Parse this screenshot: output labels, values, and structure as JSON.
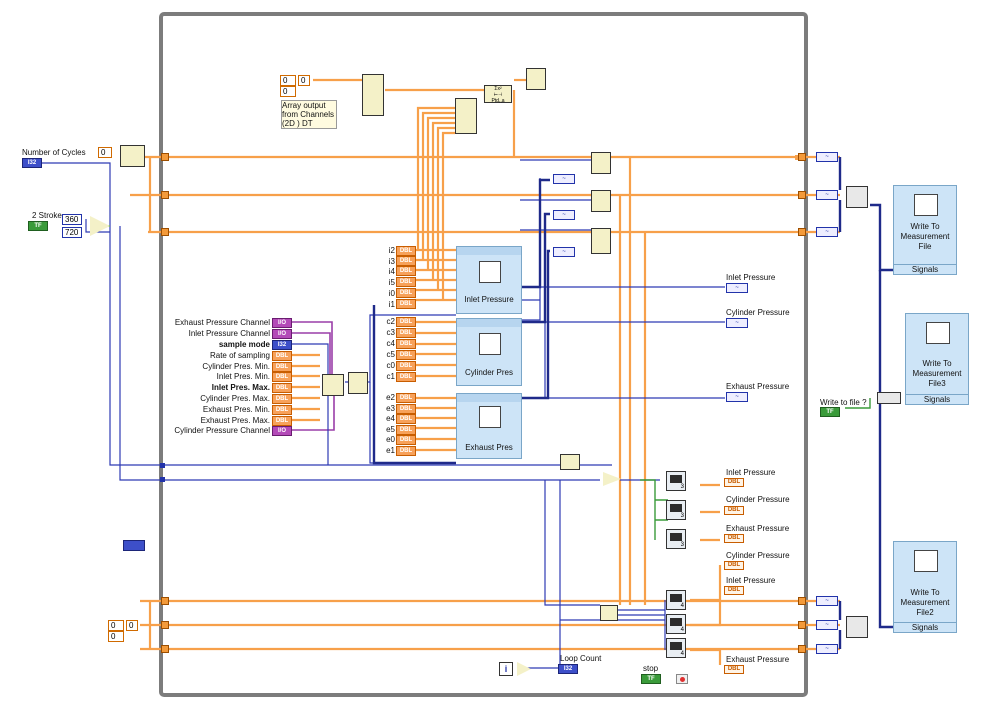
{
  "constants": {
    "number_of_cycles": "0",
    "stroke_values": [
      "360",
      "720"
    ],
    "array_top": [
      "0",
      "0"
    ],
    "array_top_index": "0",
    "array_bottom": [
      "0",
      "0"
    ],
    "array_bottom_index": "0"
  },
  "labels": {
    "number_of_cycles": "Number of Cycles",
    "two_stroke": "2 Stroke",
    "array_comment": "Array output\nfrom Channels\n(2D ) DT",
    "loop_count": "Loop Count",
    "stop": "stop",
    "write_to_file": "Write to file ?"
  },
  "terminal_types": {
    "i32": "I32",
    "dbl": "DBL",
    "tf": "TF",
    "io": "I/O"
  },
  "inlet_channels": [
    "i2",
    "i3",
    "i4",
    "i5",
    "i0",
    "i1"
  ],
  "cylinder_channels": [
    "c2",
    "c3",
    "c4",
    "c5",
    "c0",
    "c1"
  ],
  "exhaust_channels": [
    "e2",
    "e3",
    "e4",
    "e5",
    "e0",
    "e1"
  ],
  "expresss_vis": {
    "inlet": "Inlet Pressure",
    "cylinder": "Cylinder Pres",
    "exhaust": "Exhaust Pres"
  },
  "config_inputs": [
    {
      "label": "Exhaust Pressure Channel",
      "type": "I/O",
      "bold": false
    },
    {
      "label": "Inlet Pressure Channel",
      "type": "I/O",
      "bold": false
    },
    {
      "label": "sample mode",
      "type": "I32",
      "bold": true
    },
    {
      "label": "Rate of sampling",
      "type": "DBL",
      "bold": false
    },
    {
      "label": "Cylinder Pres. Min.",
      "type": "DBL",
      "bold": false
    },
    {
      "label": "Inlet  Pres. Min.",
      "type": "DBL",
      "bold": false
    },
    {
      "label": "Inlet Pres. Max.",
      "type": "DBL",
      "bold": true
    },
    {
      "label": "Cylinder Pres. Max.",
      "type": "DBL",
      "bold": false
    },
    {
      "label": "Exhaust Pres. Min.",
      "type": "DBL",
      "bold": false
    },
    {
      "label": "Exhaust Pres. Max.",
      "type": "DBL",
      "bold": false
    },
    {
      "label": "Cylinder Pressure Channel",
      "type": "I/O",
      "bold": false
    }
  ],
  "waveform_outputs": [
    {
      "label": "Inlet Pressure"
    },
    {
      "label": "Cylinder Pressure"
    },
    {
      "label": "Exhaust Pressure"
    }
  ],
  "dbl_indicators_mid": [
    {
      "label": "Inlet Pressure"
    },
    {
      "label": "Cylinder Pressure"
    },
    {
      "label": "Exhaust Pressure"
    }
  ],
  "dbl_indicators_bottom": [
    {
      "label": "Cylinder Pressure"
    },
    {
      "label": "Inlet Pressure"
    },
    {
      "label": "Exhaust Pressure"
    }
  ],
  "write_blocks": [
    {
      "title": "Write To\nMeasurement\nFile",
      "footer": "Signals"
    },
    {
      "title": "Write To\nMeasurement\nFile3",
      "footer": "Signals"
    },
    {
      "title": "Write To\nMeasurement\nFile2",
      "footer": "Signals"
    }
  ],
  "mini_numbers": {
    "mid": [
      "3",
      "3",
      "3"
    ],
    "bottom": [
      "4",
      "4",
      "4"
    ]
  },
  "formula_node": "Σx²\n⊢⊣\nPtd,,a",
  "iteration": "i",
  "colors": {
    "wire_orange": "#f7a04a",
    "wire_blue": "#2e3bb3",
    "wire_purple": "#9a3ea8",
    "wire_green": "#3a9b3a",
    "loop_border": "#7c7c7c",
    "express_blue": "#cde4f7"
  }
}
